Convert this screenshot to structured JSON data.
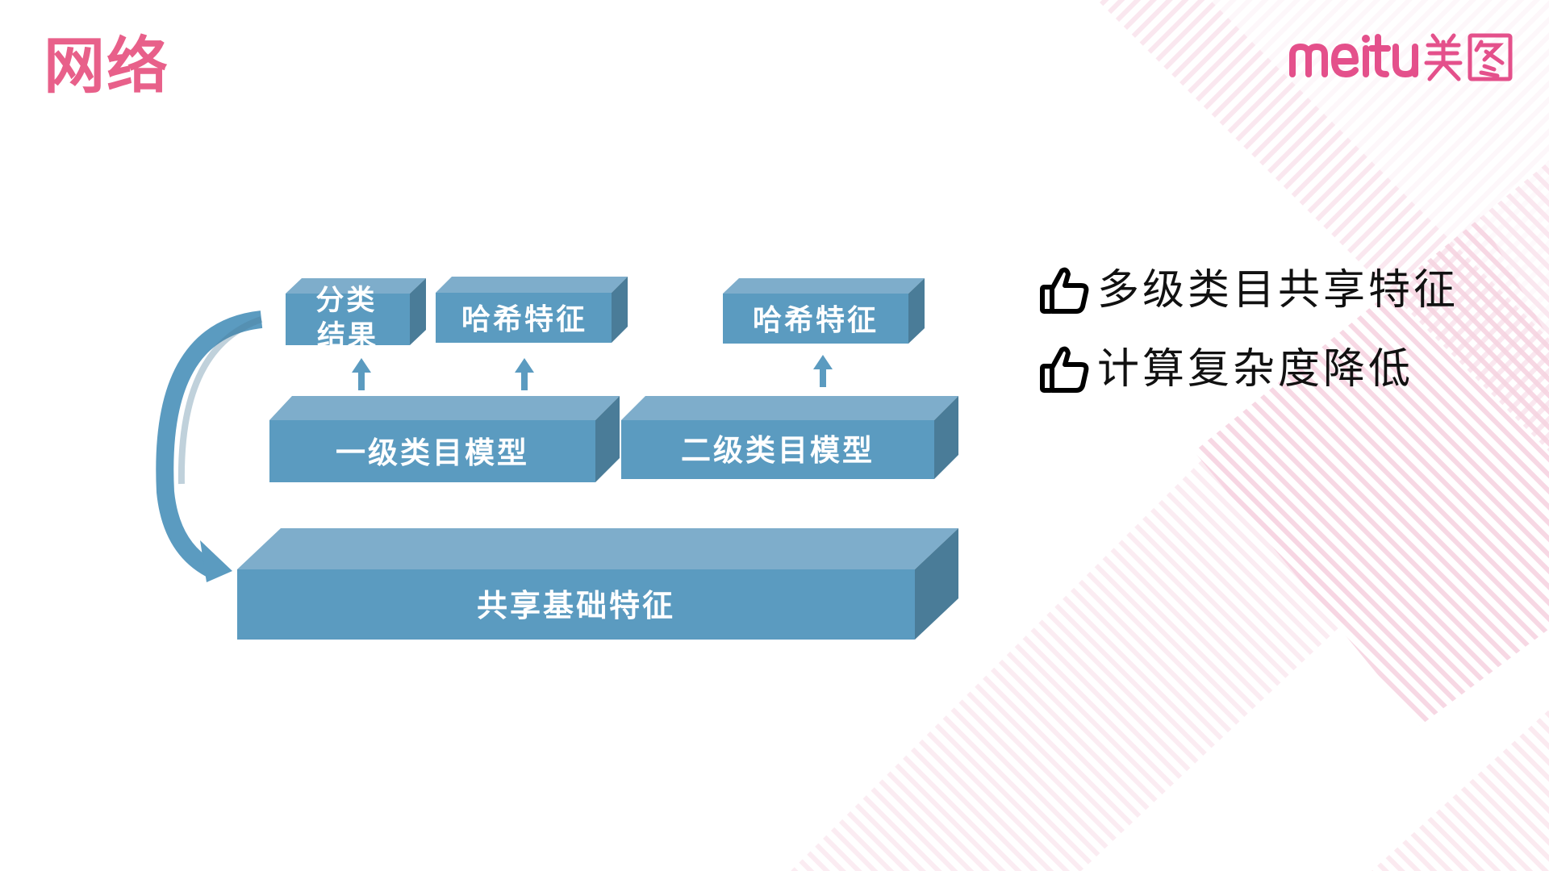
{
  "slide": {
    "title": "网络"
  },
  "logo": {
    "text": "meitu美图",
    "color": "#e4508b",
    "icon": "meitu-logo"
  },
  "diagram": {
    "boxes": {
      "classification_result": "分类\n结果",
      "hash_feature_left": "哈希特征",
      "hash_feature_right": "哈希特征",
      "level1_model": "一级类目模型",
      "level2_model": "二级类目模型",
      "shared_base": "共享基础特征"
    },
    "colors": {
      "front": "#5b9bc0",
      "top": "#7eadcb",
      "side": "#4a7c98",
      "arrow": "#5b9bc0"
    }
  },
  "benefits": [
    {
      "icon": "thumbs-up-icon",
      "text": "多级类目共享特征"
    },
    {
      "icon": "thumbs-up-icon",
      "text": "计算复杂度降低"
    }
  ],
  "accent": "#e8608a"
}
